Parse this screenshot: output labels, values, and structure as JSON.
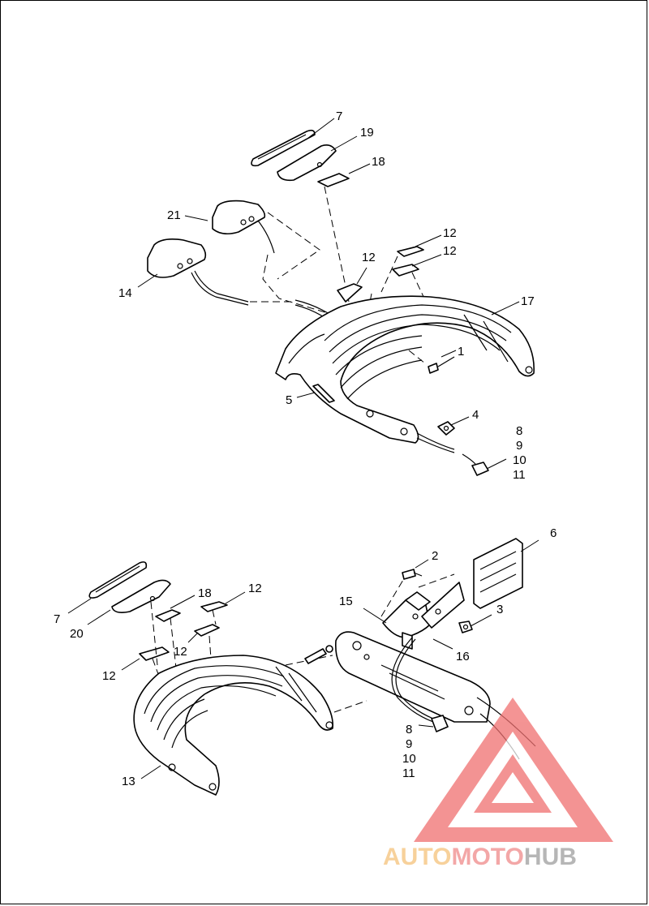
{
  "labels": {
    "upper": [
      {
        "id": "u7",
        "text": "7"
      },
      {
        "id": "u19",
        "text": "19"
      },
      {
        "id": "u18",
        "text": "18"
      },
      {
        "id": "u21",
        "text": "21"
      },
      {
        "id": "u12a",
        "text": "12"
      },
      {
        "id": "u12b",
        "text": "12"
      },
      {
        "id": "u12c",
        "text": "12"
      },
      {
        "id": "u14",
        "text": "14"
      },
      {
        "id": "u17",
        "text": "17"
      },
      {
        "id": "u1",
        "text": "1"
      },
      {
        "id": "u5",
        "text": "5"
      },
      {
        "id": "u4",
        "text": "4"
      },
      {
        "id": "u8",
        "text": "8"
      },
      {
        "id": "u9",
        "text": "9"
      },
      {
        "id": "u10",
        "text": "10"
      },
      {
        "id": "u11",
        "text": "11"
      }
    ],
    "lower": [
      {
        "id": "l6",
        "text": "6"
      },
      {
        "id": "l2",
        "text": "2"
      },
      {
        "id": "l18",
        "text": "18"
      },
      {
        "id": "l12a",
        "text": "12"
      },
      {
        "id": "l15",
        "text": "15"
      },
      {
        "id": "l3",
        "text": "3"
      },
      {
        "id": "l7",
        "text": "7"
      },
      {
        "id": "l20",
        "text": "20"
      },
      {
        "id": "l12b",
        "text": "12"
      },
      {
        "id": "l16",
        "text": "16"
      },
      {
        "id": "l12c",
        "text": "12"
      },
      {
        "id": "l8",
        "text": "8"
      },
      {
        "id": "l9",
        "text": "9"
      },
      {
        "id": "l10",
        "text": "10"
      },
      {
        "id": "l11",
        "text": "11"
      },
      {
        "id": "l13",
        "text": "13"
      }
    ]
  },
  "watermark": {
    "part1": "AUTO",
    "part2": "MOTO",
    "part3": "HUB",
    "color1": "#f5c27a",
    "color2": "#f08a8a",
    "color3": "#9e9e9e",
    "logo_color": "#f07070"
  }
}
